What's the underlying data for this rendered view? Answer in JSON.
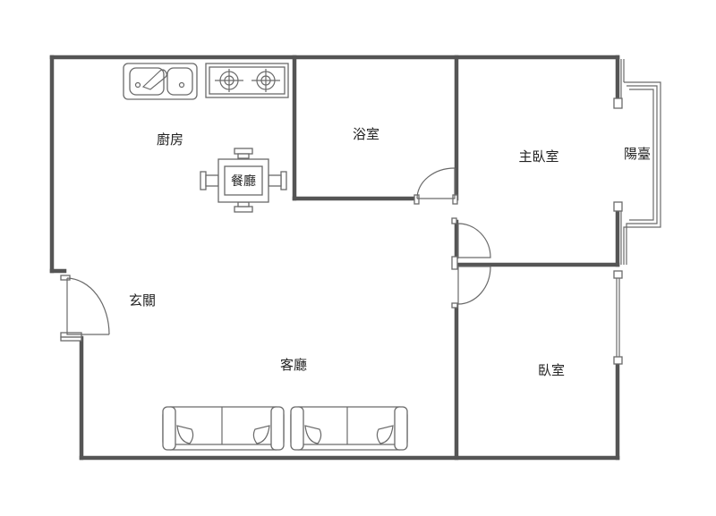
{
  "rooms": {
    "kitchen": "廚房",
    "dining": "餐廳",
    "bathroom": "浴室",
    "master_bedroom": "主臥室",
    "balcony": "陽臺",
    "entrance": "玄關",
    "living_room": "客廳",
    "bedroom": "臥室"
  },
  "colors": {
    "wall": "#555555",
    "line": "#6a6a6a",
    "text": "#222222"
  }
}
